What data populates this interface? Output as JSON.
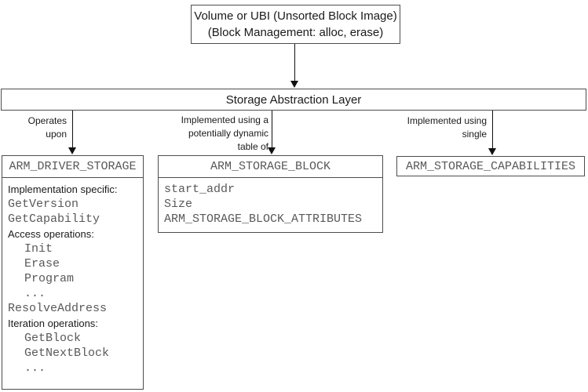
{
  "colors": {
    "box_border": "#4d4d4d",
    "mono_text": "#595959",
    "label_text": "#1a1a1a"
  },
  "top_box": {
    "line1": "Volume or UBI (Unsorted Block Image)",
    "line2": "(Block Management: alloc, erase)"
  },
  "sal_box": {
    "title": "Storage Abstraction Layer"
  },
  "edge_labels": {
    "operates": {
      "line1": "Operates",
      "line2": "upon"
    },
    "dynamic_table": {
      "line1": "Implemented using a",
      "line2": "potentially dynamic",
      "line3": "table of"
    },
    "single": {
      "line1": "Implemented using",
      "line2": "single"
    }
  },
  "driver_box": {
    "title": "ARM_DRIVER_STORAGE",
    "lines": [
      "Implementation specific:",
      "GetVersion",
      "GetCapability",
      "Access operations:",
      "Init",
      "Erase",
      "Program",
      "...",
      "ResolveAddress",
      "Iteration operations:",
      "GetBlock",
      "GetNextBlock",
      "..."
    ]
  },
  "block_box": {
    "title": "ARM_STORAGE_BLOCK",
    "fields": [
      "start_addr",
      "Size",
      "ARM_STORAGE_BLOCK_ATTRIBUTES"
    ]
  },
  "capabilities_box": {
    "title": "ARM_STORAGE_CAPABILITIES"
  }
}
